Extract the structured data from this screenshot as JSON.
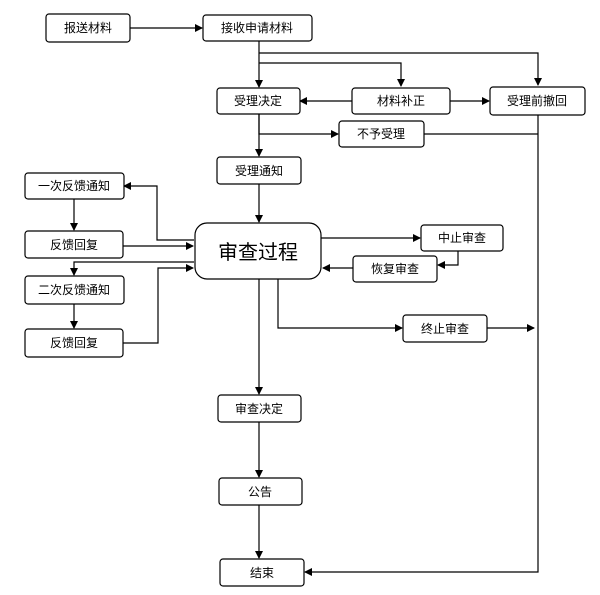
{
  "nodes": {
    "submit_materials": "报送材料",
    "receive_application": "接收申请材料",
    "acceptance_decision": "受理决定",
    "supplement_materials": "材料补正",
    "withdraw_before_acceptance": "受理前撤回",
    "not_accepted": "不予受理",
    "acceptance_notice": "受理通知",
    "first_feedback_notice": "一次反馈通知",
    "feedback_reply_1": "反馈回复",
    "review_process": "审查过程",
    "suspend_review": "中止审查",
    "resume_review": "恢复审查",
    "second_feedback_notice": "二次反馈通知",
    "feedback_reply_2": "反馈回复",
    "terminate_review": "终止审查",
    "review_decision": "审查决定",
    "announcement": "公告",
    "end": "结束"
  }
}
